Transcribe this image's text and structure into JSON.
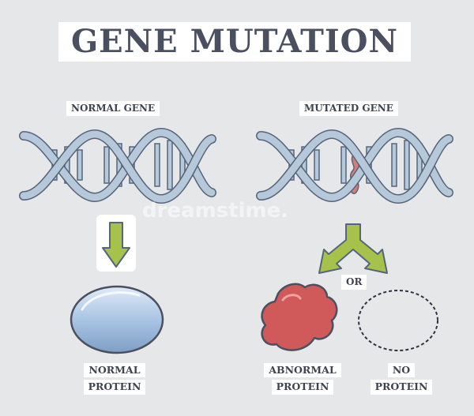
{
  "title": "GENE MUTATION",
  "labels": {
    "normal_gene": "NORMAL GENE",
    "mutated_gene": "MUTATED GENE",
    "or": "OR"
  },
  "outcomes": {
    "normal": [
      "NORMAL",
      "PROTEIN"
    ],
    "abnormal": [
      "ABNORMAL",
      "PROTEIN"
    ],
    "none": [
      "NO",
      "PROTEIN"
    ]
  },
  "watermark": "dreamstime.",
  "colors": {
    "background": "#e6e7e8",
    "dna": "#b6c9da",
    "dna_outline": "#56657a",
    "arrow": "#a6c24a",
    "mutation": "#d97b77",
    "abnormal_protein": "#d05a5a",
    "normal_protein": "#a9c5e4"
  }
}
